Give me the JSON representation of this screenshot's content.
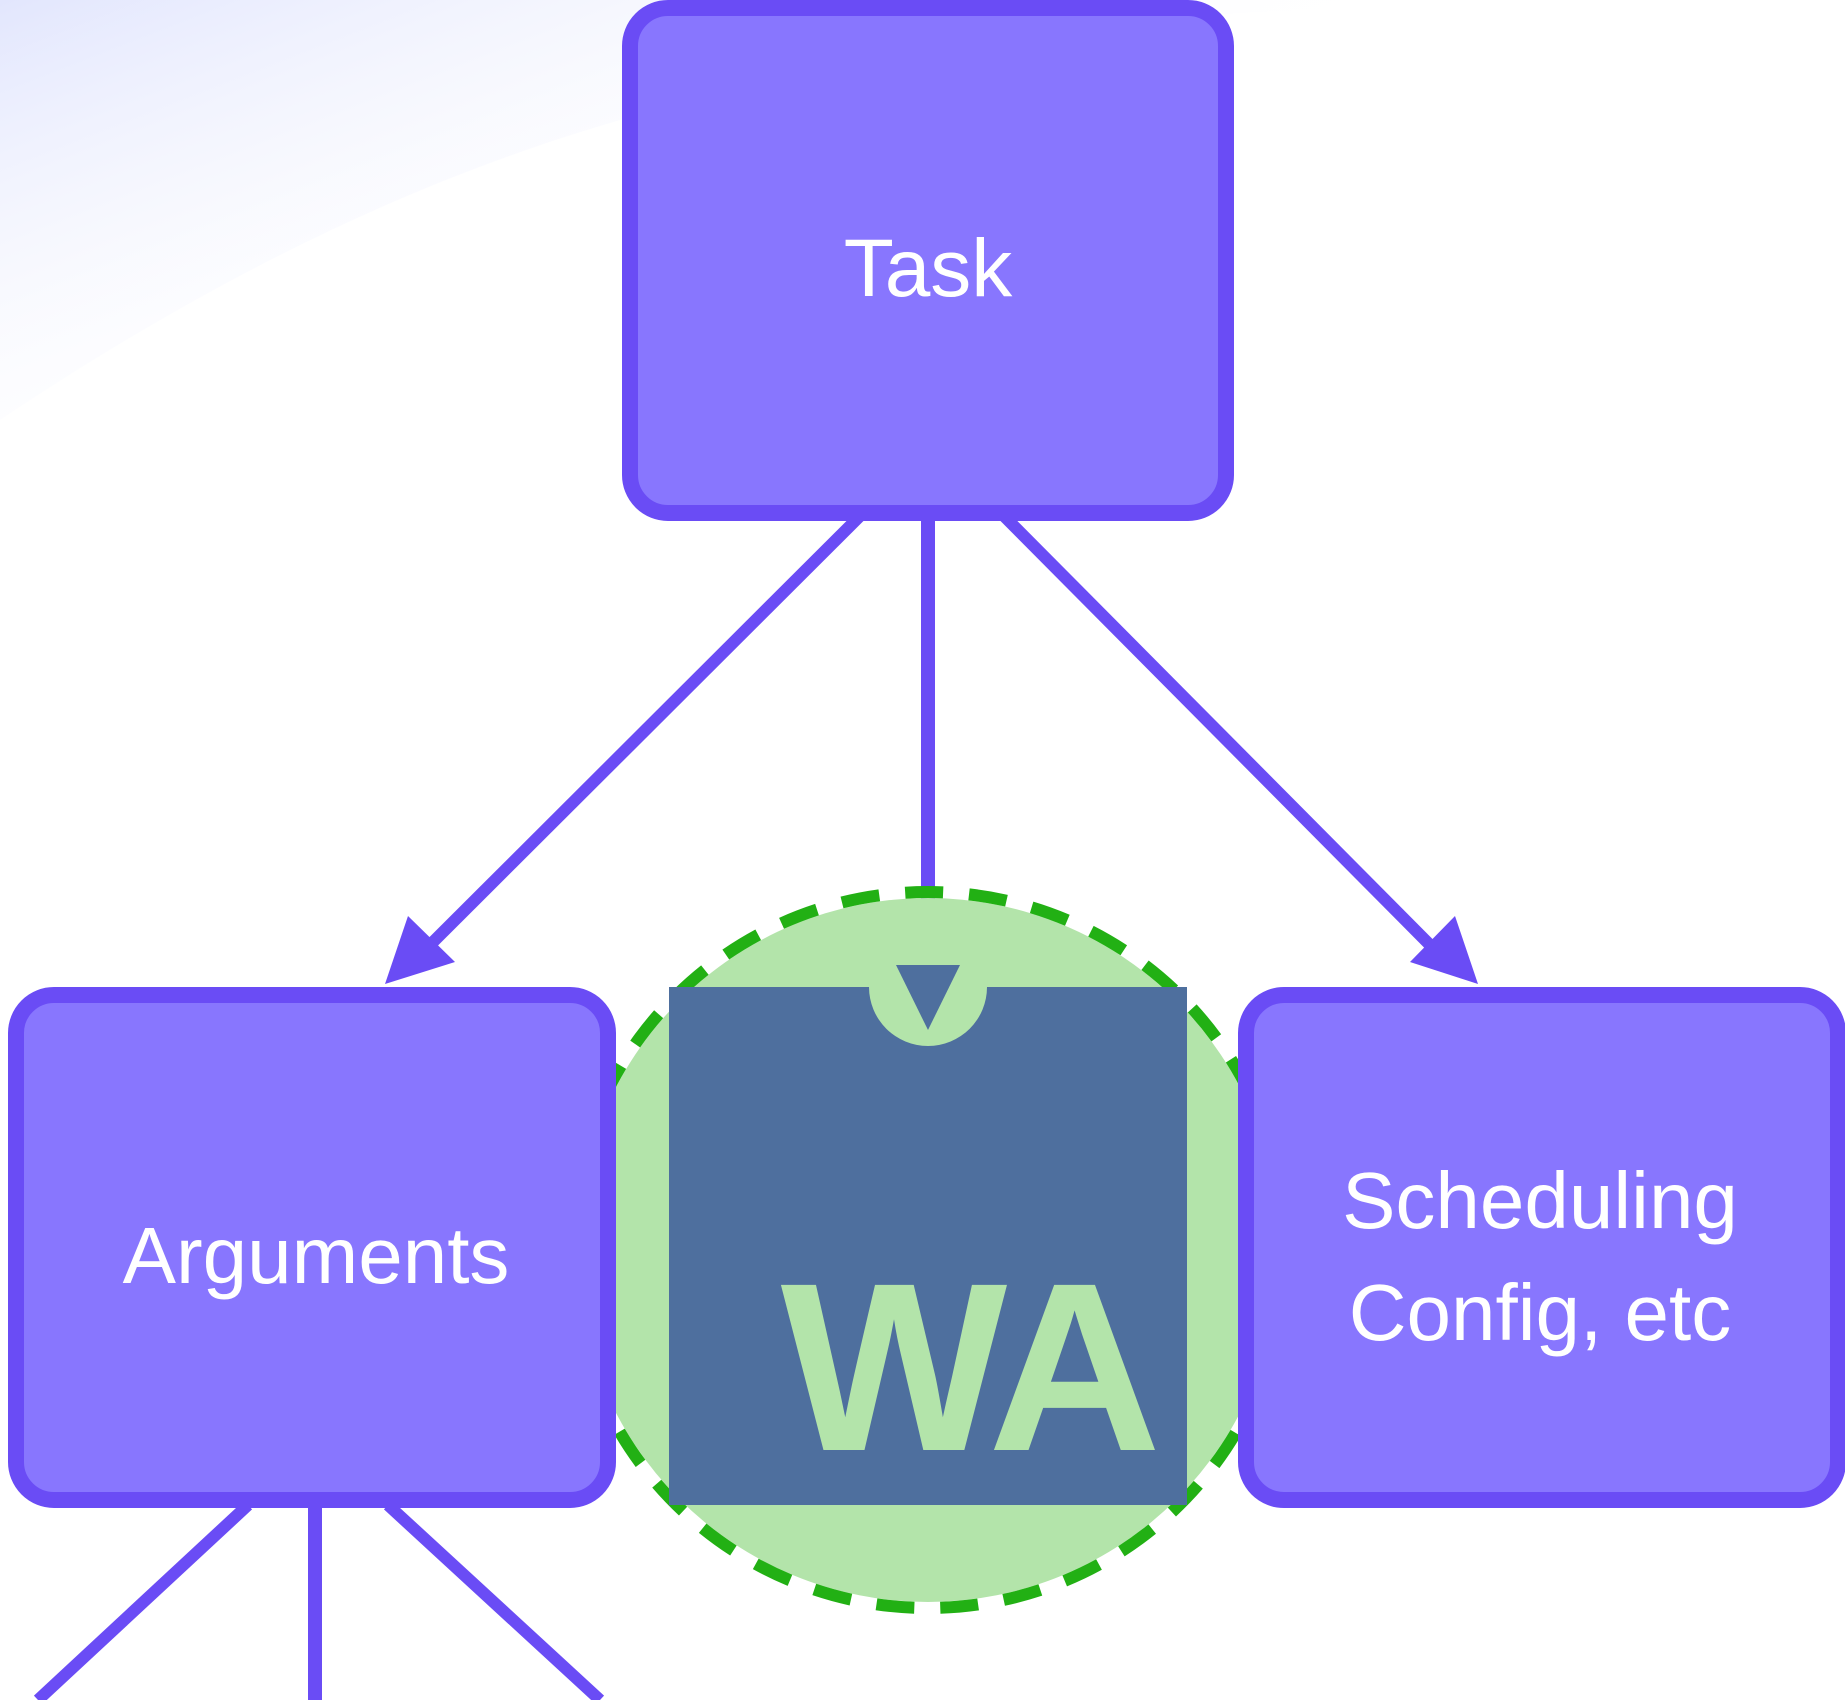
{
  "nodes": {
    "task": {
      "label": "Task"
    },
    "arguments": {
      "label": "Arguments"
    },
    "scheduling": {
      "line1": "Scheduling",
      "line2": "Config, etc"
    },
    "wa_logo": {
      "text": "WA"
    }
  },
  "colors": {
    "node_fill": "#8876fe",
    "node_border": "#6a4cf5",
    "arrow": "#6a4cf5",
    "highlight_circle": "#b3e4aa",
    "highlight_dash": "#22b014",
    "wa_square": "#4e6f9e",
    "background_glow": "#e4e8fd"
  }
}
